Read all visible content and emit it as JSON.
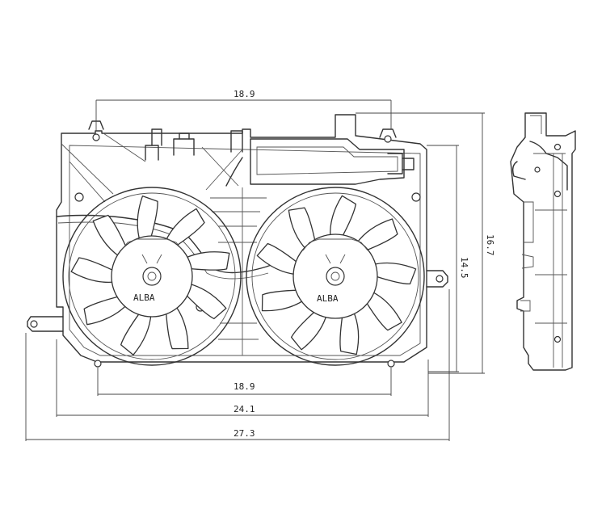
{
  "dimensions": {
    "top_width": "18.9",
    "bottom_inner_width": "18.9",
    "frame_width": "24.1",
    "overall_width": "27.3",
    "inner_height": "14.5",
    "overall_height": "16.7"
  },
  "fans": [
    {
      "name": "left-fan",
      "blades": 9,
      "hub_marking": "ALBA"
    },
    {
      "name": "right-fan",
      "blades": 9,
      "hub_marking": "ALBA"
    }
  ],
  "colors": {
    "line": "#333333",
    "background": "#ffffff"
  }
}
